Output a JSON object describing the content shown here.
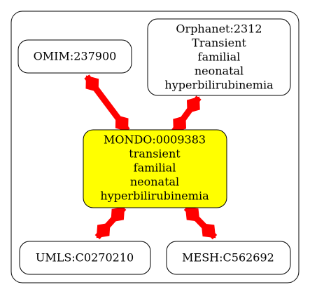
{
  "diagram": {
    "colors": {
      "edge": "#ff0000",
      "center_fill": "#ffff00",
      "node_fill": "#ffffff",
      "stroke": "#000000"
    },
    "nodes": {
      "omim": {
        "lines": [
          "OMIM:237900"
        ]
      },
      "orphanet": {
        "lines": [
          "Orphanet:2312",
          "Transient",
          "familial",
          "neonatal",
          "hyperbilirubinemia"
        ]
      },
      "mondo": {
        "lines": [
          "MONDO:0009383",
          "transient",
          "familial",
          "neonatal",
          "hyperbilirubinemia"
        ]
      },
      "umls": {
        "lines": [
          "UMLS:C0270210"
        ]
      },
      "mesh": {
        "lines": [
          "MESH:C562692"
        ]
      }
    },
    "edges": [
      {
        "from": "omim",
        "to": "mondo"
      },
      {
        "from": "orphanet",
        "to": "mondo"
      },
      {
        "from": "mondo",
        "to": "umls"
      },
      {
        "from": "mondo",
        "to": "mesh"
      }
    ]
  }
}
